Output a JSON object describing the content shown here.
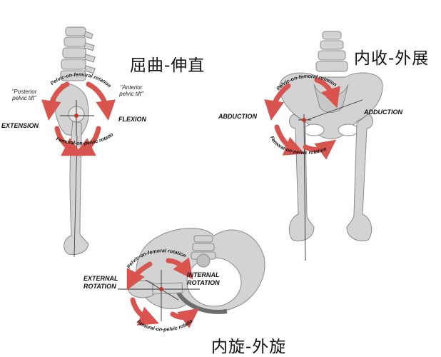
{
  "titles": {
    "flexion_extension": "屈曲-伸直",
    "adduction_abduction": "内收-外展",
    "internal_external_rotation": "内旋-外旋"
  },
  "sagittal_view": {
    "posterior_tilt": "\"Posterior pelvic tilt\"",
    "anterior_tilt": "\"Anterior pelvic tilt\"",
    "extension": "EXTENSION",
    "flexion": "FLEXION",
    "pelvic_on_femoral": "Pelvic-on-femoral rotation",
    "femoral_on_pelvic": "Femoral-on-pelvic rotation"
  },
  "frontal_view": {
    "abduction_left": "ABDUCTION",
    "adduction_right": "ADDUCTION",
    "pelvic_on_femoral": "Pelvic-on-femoral rotation",
    "femoral_on_pelvic": "Femoral-on-pelvic rotation"
  },
  "horizontal_view": {
    "external_rotation": "EXTERNAL ROTATION",
    "internal_rotation": "INTERNAL ROTATION",
    "pelvic_on_femoral": "Pelvic-on-femoral rotation",
    "femoral_on_pelvic": "Femoral-on-pelvic rotation"
  },
  "colors": {
    "bone": "#d3d3d3",
    "bone_outline": "#8a8a8a",
    "arrow": "#d9534f",
    "arrow_dark": "#b23b38"
  }
}
